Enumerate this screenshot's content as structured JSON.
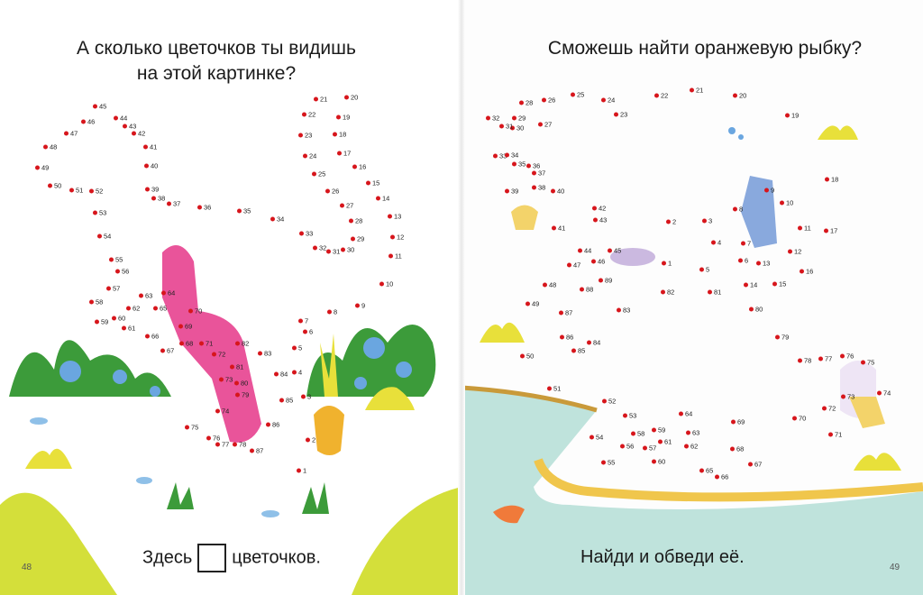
{
  "left_page": {
    "title_line1": "А сколько цветочков ты видишь",
    "title_line2": "на этой картинке?",
    "caption_before": "Здесь",
    "caption_after": "цветочков.",
    "page_number": "48",
    "dot_count": 87
  },
  "right_page": {
    "title": "Сможешь найти оранжевую рыбку?",
    "caption": "Найди и обведи её.",
    "page_number": "49",
    "dot_count": 89
  },
  "colors": {
    "dot": "#d7161c",
    "pink": "#e9549a",
    "green": "#3f9a3c",
    "yellow": "#e8e03a",
    "water": "#bfe3dc",
    "sand": "#f0c64c"
  }
}
